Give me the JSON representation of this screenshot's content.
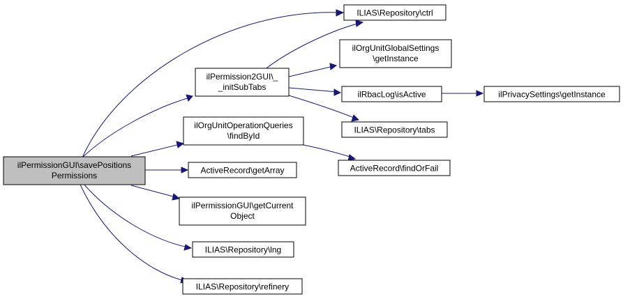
{
  "diagram": {
    "colors": {
      "edge": "#191970",
      "root_fill": "#bfbfbf",
      "node_fill": "#ffffff",
      "node_border": "#000000"
    },
    "nodes": {
      "save_positions_permissions": {
        "lines": [
          "ilPermissionGUI\\savePositions",
          "Permissions"
        ]
      },
      "init_sub_tabs": {
        "lines": [
          "ilPermission2GUI\\_",
          "_initSubTabs"
        ]
      },
      "repository_ctrl": {
        "lines": [
          "ILIAS\\Repository\\ctrl"
        ]
      },
      "org_unit_global_settings": {
        "lines": [
          "ilOrgUnitGlobalSettings",
          "\\getInstance"
        ]
      },
      "rbac_log_is_active": {
        "lines": [
          "ilRbacLog\\isActive"
        ]
      },
      "privacy_settings_get_instance": {
        "lines": [
          "ilPrivacySettings\\getInstance"
        ]
      },
      "repository_tabs": {
        "lines": [
          "ILIAS\\Repository\\tabs"
        ]
      },
      "operation_queries_find_by_id": {
        "lines": [
          "ilOrgUnitOperationQueries",
          "\\findById"
        ]
      },
      "active_record_find_or_fail": {
        "lines": [
          "ActiveRecord\\findOrFail"
        ]
      },
      "active_record_get_array": {
        "lines": [
          "ActiveRecord\\getArray"
        ]
      },
      "permission_gui_get_current_object": {
        "lines": [
          "ilPermissionGUI\\getCurrent",
          "Object"
        ]
      },
      "repository_lng": {
        "lines": [
          "ILIAS\\Repository\\lng"
        ]
      },
      "repository_refinery": {
        "lines": [
          "ILIAS\\Repository\\refinery"
        ]
      }
    }
  }
}
